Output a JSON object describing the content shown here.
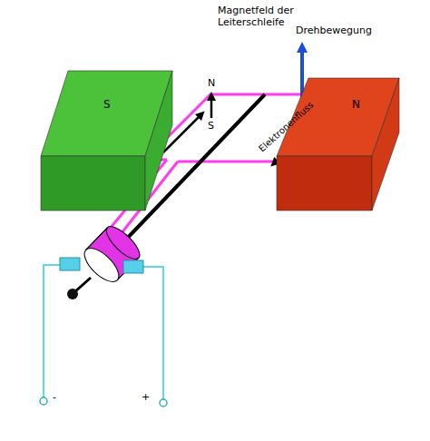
{
  "diagram": {
    "nodes": [
      {
        "text": [
          "S"
        ]
      },
      {
        "text": [
          "N"
        ]
      }
    ],
    "labels": [
      "Magnetfeld der Leiterschleife",
      "Drehbewegung",
      "N",
      "S",
      "Elektronenfluss",
      "-",
      "+"
    ]
  }
}
